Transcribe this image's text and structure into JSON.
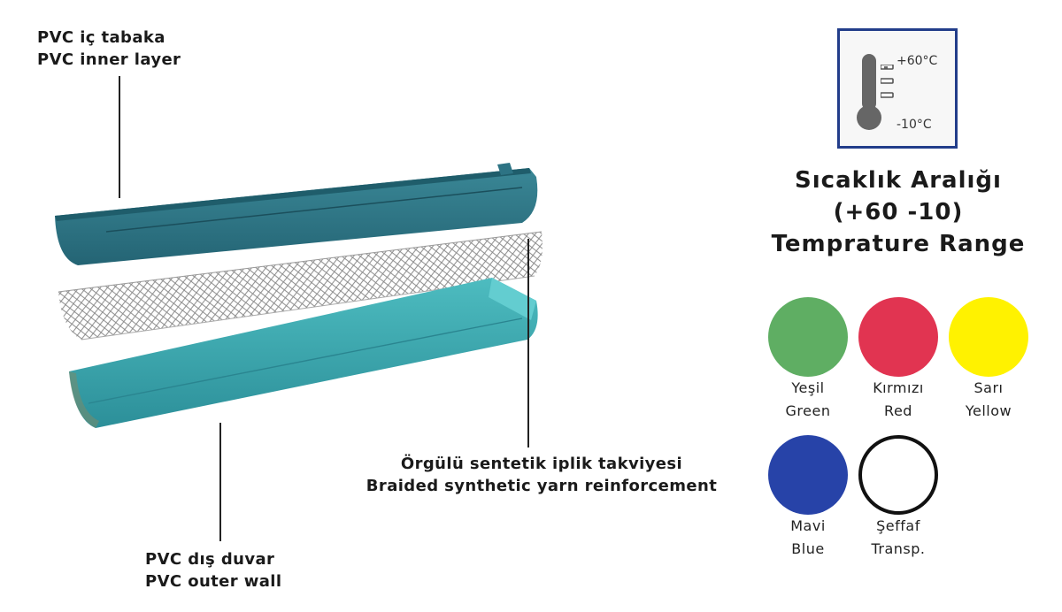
{
  "layers": {
    "inner": {
      "tr": "PVC iç tabaka",
      "en": "PVC inner layer"
    },
    "outer": {
      "tr": "PVC dış duvar",
      "en": "PVC outer wall"
    },
    "yarn": {
      "tr": "Örgülü sentetik iplik takviyesi",
      "en": "Braided synthetic yarn reinforcement"
    }
  },
  "temperature": {
    "max": "+60°C",
    "min": "-10°C",
    "title_tr": "Sıcaklık Aralığı",
    "range": "(+60 -10)",
    "title_en": "Temprature Range"
  },
  "colors": [
    {
      "tr": "Yeşil",
      "en": "Green",
      "hex": "#5fae63"
    },
    {
      "tr": "Kırmızı",
      "en": "Red",
      "hex": "#e13451"
    },
    {
      "tr": "Sarı",
      "en": "Yellow",
      "hex": "#fff200"
    },
    {
      "tr": "Mavi",
      "en": "Blue",
      "hex": "#2743a8"
    },
    {
      "tr": "Şeffaf",
      "en": "Transp.",
      "hex": "#ffffff"
    }
  ],
  "palette": {
    "pipe_dark": "#2a6e7e",
    "pipe_light": "#3aa6ad",
    "frame": "#223d8a"
  }
}
